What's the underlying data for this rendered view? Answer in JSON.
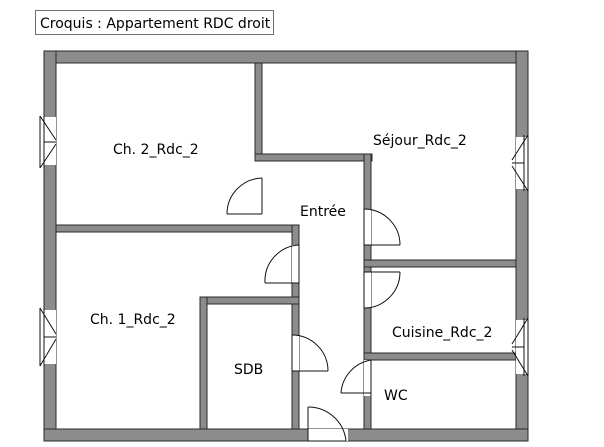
{
  "title": "Croquis : Appartement RDC droit",
  "rooms": {
    "ch2": "Ch. 2_Rdc_2",
    "sejour": "Séjour_Rdc_2",
    "entree": "Entrée",
    "ch1": "Ch. 1_Rdc_2",
    "cuisine": "Cuisine_Rdc_2",
    "sdb": "SDB",
    "wc": "WC"
  },
  "colors": {
    "wall": "#8c8c8c",
    "outline": "#2a2a2a",
    "background": "#ffffff"
  }
}
